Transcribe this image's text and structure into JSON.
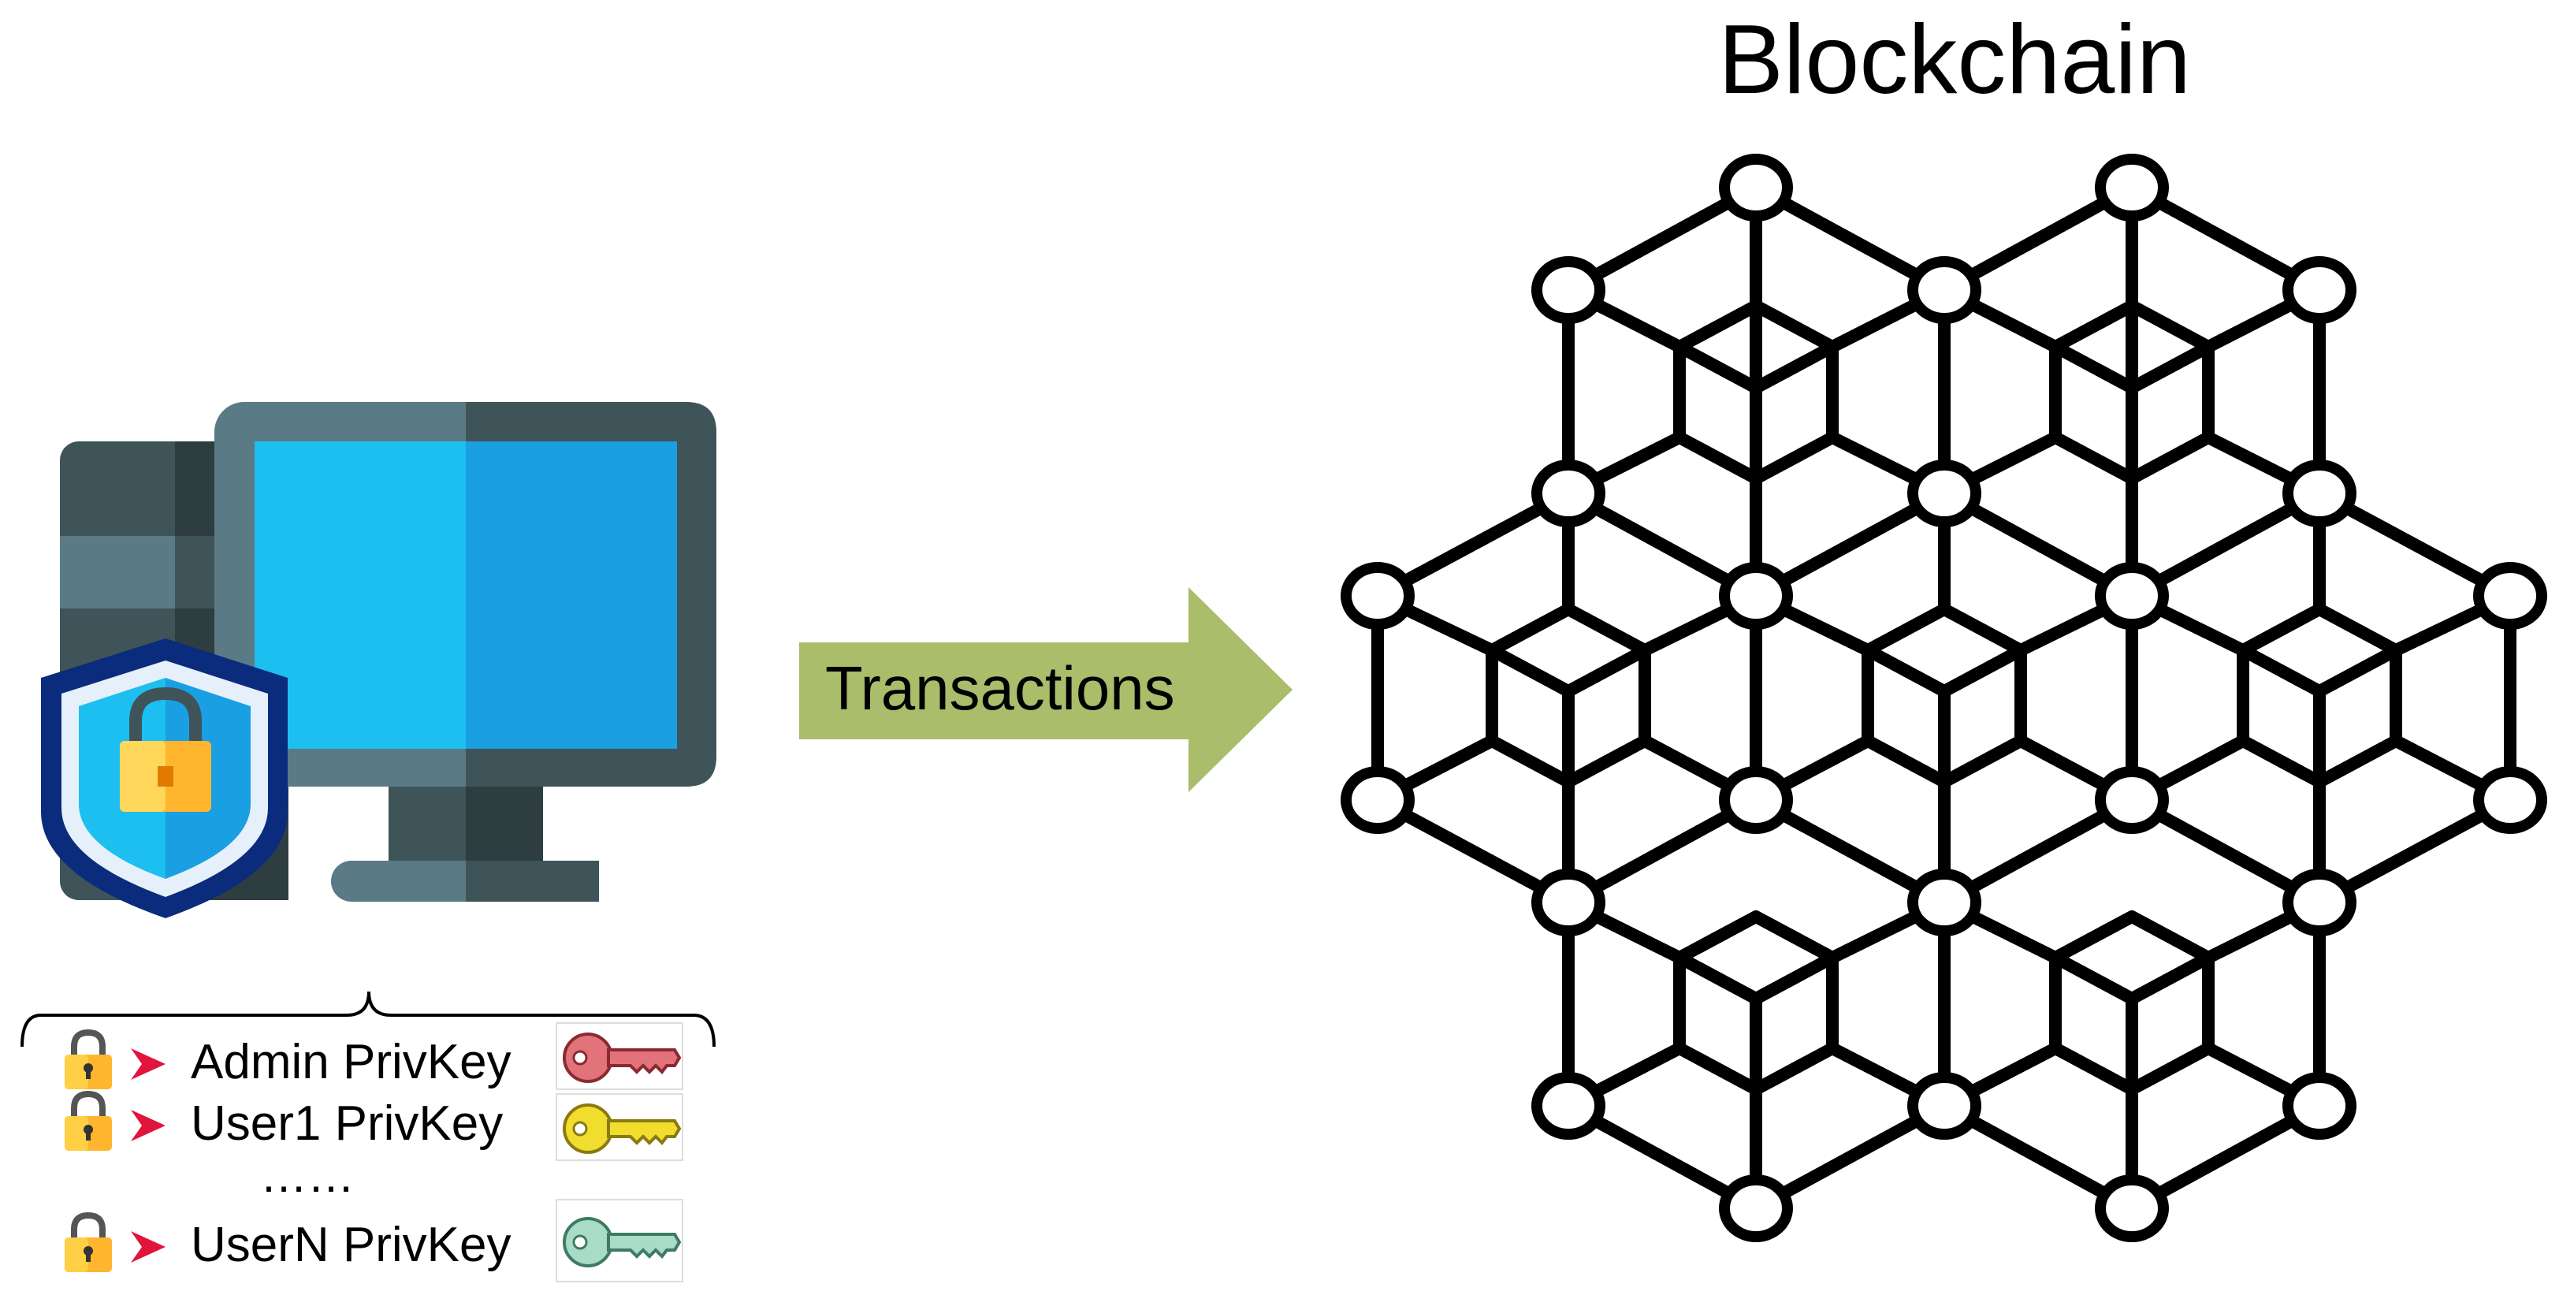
{
  "title": "Blockchain",
  "arrow": {
    "label": "Transactions",
    "color": "#a9bd6b"
  },
  "keys": [
    {
      "label": "Admin PrivKey",
      "key_color": "#e2737a",
      "icon": "red-key-icon"
    },
    {
      "label": "User1 PrivKey",
      "key_color": "#f1dd2e",
      "icon": "yellow-key-icon"
    },
    {
      "label": "UserN PrivKey",
      "key_color": "#a8dcc7",
      "icon": "green-key-icon"
    }
  ],
  "ellipsis": "……",
  "colors": {
    "monitor_screen_light": "#1dbff0",
    "monitor_screen_dark": "#1a9fe3",
    "monitor_frame_light": "#5a7a86",
    "monitor_frame_dark": "#3f5459",
    "shield_outer": "#0b2b7c",
    "lock_body": "#ffb52e",
    "bullet_arrow": "#e0143c",
    "network_line": "#000000"
  },
  "icons": [
    "computer-icon",
    "shield-lock-icon",
    "padlock-icon",
    "bullet-arrow-icon",
    "blockchain-network-icon"
  ]
}
